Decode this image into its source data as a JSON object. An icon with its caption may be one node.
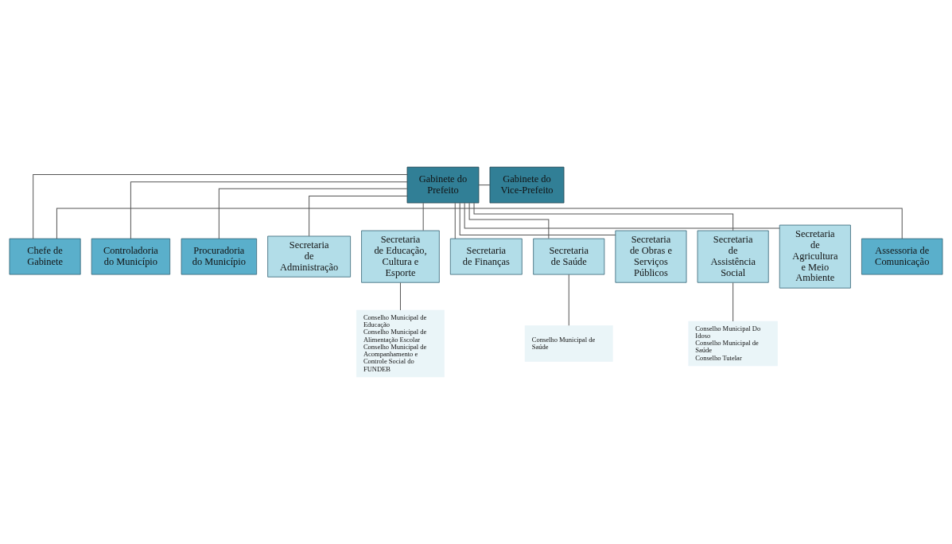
{
  "diagram": {
    "nodes": [
      {
        "text": [
          "Gabinete do Prefeito"
        ]
      },
      {
        "text": [
          "Gabinete do Vice-Prefeito"
        ]
      },
      {
        "text": [
          "Assessoria de Comunicação"
        ]
      },
      {
        "text": [
          "Chefe de Gabinete"
        ]
      },
      {
        "text": [
          "Controladoria do Município"
        ]
      },
      {
        "text": [
          "Procuradoria do Município"
        ]
      },
      {
        "text": [
          "Secretaria de Administração"
        ]
      },
      {
        "text": [
          "Secretaria de Educação, Cultura e Esporte"
        ]
      },
      {
        "text": [
          "Secretaria de Finanças"
        ]
      },
      {
        "text": [
          "Secretaria de Saúde"
        ]
      },
      {
        "text": [
          "Secretaria de Obras e Serviços Públicos"
        ]
      },
      {
        "text": [
          "Secretaria de Assistência Social"
        ]
      },
      {
        "text": [
          "Secretaria de Agricultura e Meio Ambiente"
        ]
      },
      {
        "text": [
          "Conselho Municipal de Educação",
          "Conselho Municipal de Alimentação Escolar",
          "Conselho Municipal de Acompanhamento e Controle Social do FUNDEB"
        ]
      },
      {
        "text": [
          "Conselho Municipal de Saúde"
        ]
      },
      {
        "text": [
          "Conselho Municipal Do Idoso",
          "Conselho Municipal de Saúde",
          "Conselho Tutelar"
        ]
      }
    ],
    "edges": [
      {
        "from": 0,
        "to": 1,
        "arrow": "none"
      },
      {
        "from": 0,
        "to": 3,
        "arrow": "none"
      },
      {
        "from": 0,
        "to": 4,
        "arrow": "none"
      },
      {
        "from": 0,
        "to": 5,
        "arrow": "none"
      },
      {
        "from": 2,
        "to": 3,
        "arrow": "none"
      },
      {
        "from": 0,
        "to": 6,
        "arrow": "none"
      },
      {
        "from": 0,
        "to": 7,
        "arrow": "none"
      },
      {
        "from": 0,
        "to": 8,
        "arrow": "none"
      },
      {
        "from": 0,
        "to": 9,
        "arrow": "none"
      },
      {
        "from": 0,
        "to": 10,
        "arrow": "none"
      },
      {
        "from": 0,
        "to": 11,
        "arrow": "none"
      },
      {
        "from": 0,
        "to": 12,
        "arrow": "none"
      },
      {
        "from": 7,
        "to": 13,
        "arrow": "none"
      },
      {
        "from": 9,
        "to": 14,
        "arrow": "none"
      },
      {
        "from": 11,
        "to": 15,
        "arrow": "none"
      }
    ]
  }
}
